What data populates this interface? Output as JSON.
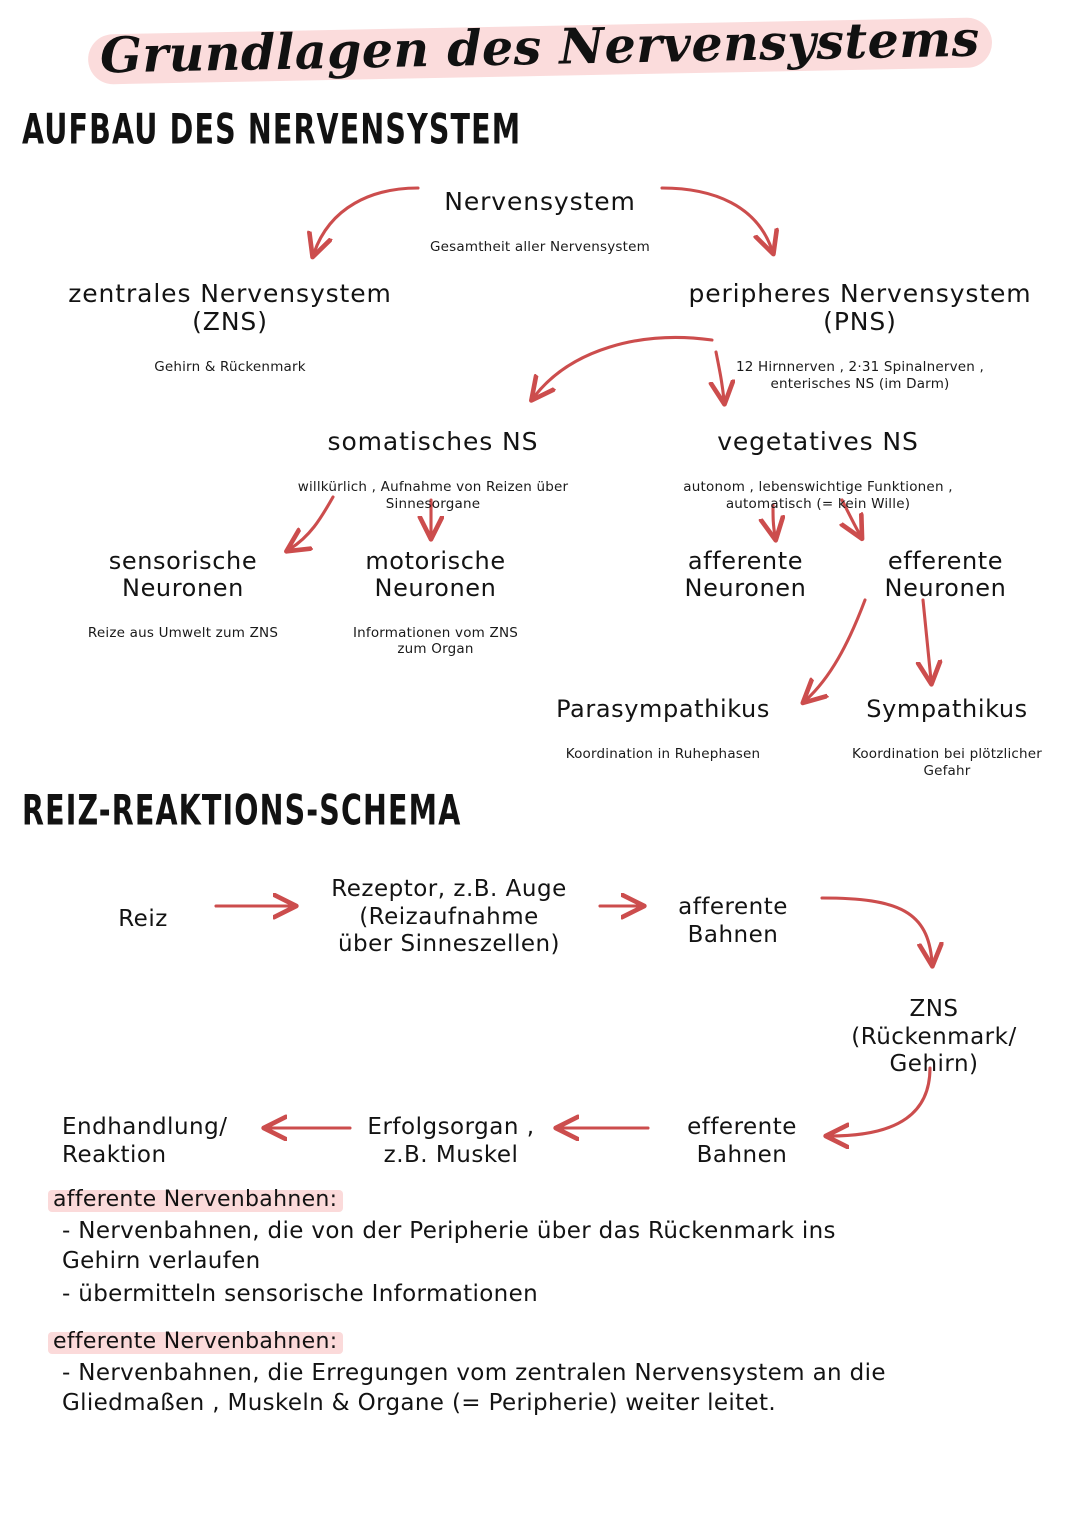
{
  "page": {
    "title": "Grundlagen des Nervensystems",
    "accent_highlight": "#fbdcdc",
    "arrow_color": "#cc4d4d",
    "ink_color": "#131313"
  },
  "sections": [
    {
      "id": "aufbau",
      "heading": "AUFBAU DES NERVENSYSTEM"
    },
    {
      "id": "reiz",
      "heading": "REIZ-REAKTIONS-SCHEMA"
    }
  ],
  "hierarchy": {
    "root": {
      "label": "Nervensystem",
      "note": "Gesamtheit aller Nervensystem"
    },
    "level1": [
      {
        "label": "zentrales  Nervensystem\n(ZNS)",
        "note": "Gehirn & Rückenmark"
      },
      {
        "label": "peripheres Nervensystem\n(PNS)",
        "note": "12 Hirnnerven , 2·31 Spinalnerven ,\nenterisches NS (im Darm)"
      }
    ],
    "level2": [
      {
        "label": "somatisches  NS",
        "note": "willkürlich , Aufnahme von Reizen über\nSinnesorgane"
      },
      {
        "label": "vegetatives  NS",
        "note": "autonom , lebenswichtige  Funktionen ,\nautomatisch (= kein Wille)"
      }
    ],
    "level3": [
      {
        "label": "sensorische\nNeuronen",
        "note": "Reize aus Umwelt zum ZNS"
      },
      {
        "label": "motorische\nNeuronen",
        "note": "Informationen vom ZNS\nzum Organ"
      },
      {
        "label": "afferente\nNeuronen",
        "note": ""
      },
      {
        "label": "efferente\nNeuronen",
        "note": ""
      }
    ],
    "level4": [
      {
        "label": "Parasympathikus",
        "note": "Koordination in Ruhephasen"
      },
      {
        "label": "Sympathikus",
        "note": "Koordination bei plötzlicher\nGefahr"
      }
    ]
  },
  "reflex_chain": [
    {
      "label": "Reiz"
    },
    {
      "label": "Rezeptor, z.B. Auge\n(Reizaufnahme\nüber Sinneszellen)"
    },
    {
      "label": "afferente\nBahnen"
    },
    {
      "label": "ZNS\n(Rückenmark/\nGehirn)"
    },
    {
      "label": "efferente\nBahnen"
    },
    {
      "label": "Erfolgsorgan ,\nz.B. Muskel"
    },
    {
      "label": "Endhandlung/\nReaktion"
    }
  ],
  "notes": [
    {
      "heading": "afferente  Nervenbahnen:",
      "lines": [
        "- Nervenbahnen, die von der Peripherie  über das Rückenmark  ins\n  Gehirn  verlaufen",
        "- übermitteln  sensorische  Informationen"
      ]
    },
    {
      "heading": "efferente  Nervenbahnen:",
      "lines": [
        "- Nervenbahnen, die  Erregungen  vom  zentralen Nervensystem  an die\n  Gliedmaßen , Muskeln & Organe  (= Peripherie)  weiter  leitet."
      ]
    }
  ]
}
